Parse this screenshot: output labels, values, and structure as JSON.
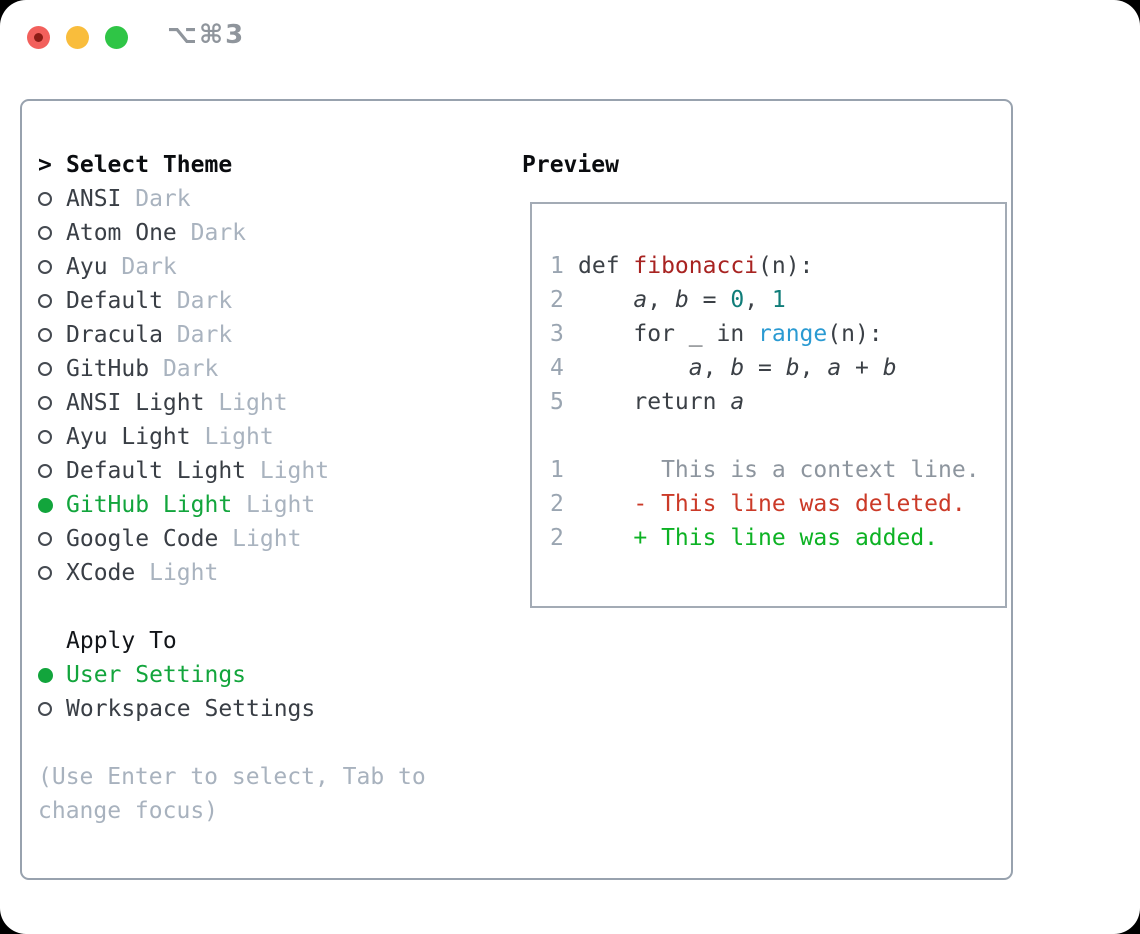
{
  "window": {
    "title": "⌥⌘3"
  },
  "colors": {
    "accent_green": "#12a53c",
    "diff_added_green": "#0db224",
    "diff_deleted_red": "#cb3a28",
    "function_red": "#a82321",
    "number_teal": "#107d79",
    "builtin_blue": "#2a9ad2",
    "muted_gray": "#a9b3bf",
    "panel_border_gray": "#98a2ae",
    "traffic_red": "#f2605c",
    "traffic_yellow": "#f9bd3c",
    "traffic_green": "#2fc546"
  },
  "theme_selector": {
    "prompt": ">",
    "title": "Select Theme",
    "themes": [
      {
        "name": "ANSI",
        "variant": "Dark",
        "selected": false
      },
      {
        "name": "Atom One",
        "variant": "Dark",
        "selected": false
      },
      {
        "name": "Ayu",
        "variant": "Dark",
        "selected": false
      },
      {
        "name": "Default",
        "variant": "Dark",
        "selected": false
      },
      {
        "name": "Dracula",
        "variant": "Dark",
        "selected": false
      },
      {
        "name": "GitHub",
        "variant": "Dark",
        "selected": false
      },
      {
        "name": "ANSI Light",
        "variant": "Light",
        "selected": false
      },
      {
        "name": "Ayu Light",
        "variant": "Light",
        "selected": false
      },
      {
        "name": "Default Light",
        "variant": "Light",
        "selected": false
      },
      {
        "name": "GitHub Light",
        "variant": "Light",
        "selected": true
      },
      {
        "name": "Google Code",
        "variant": "Light",
        "selected": false
      },
      {
        "name": "XCode",
        "variant": "Light",
        "selected": false
      }
    ],
    "apply_to": {
      "title": "Apply To",
      "options": [
        {
          "name": "User Settings",
          "selected": true
        },
        {
          "name": "Workspace Settings",
          "selected": false
        }
      ]
    },
    "hint": [
      "(Use Enter to select, Tab to",
      "change focus)"
    ]
  },
  "preview": {
    "title": "Preview",
    "lines": [
      {
        "num": "1",
        "tokens": [
          {
            "t": "def ",
            "c": "kw"
          },
          {
            "t": "fibonacci",
            "c": "fn"
          },
          {
            "t": "(n):",
            "c": "plain"
          }
        ]
      },
      {
        "num": "2",
        "tokens": [
          {
            "t": "    ",
            "c": "plain"
          },
          {
            "t": "a",
            "c": "var"
          },
          {
            "t": ", ",
            "c": "plain"
          },
          {
            "t": "b",
            "c": "var"
          },
          {
            "t": " = ",
            "c": "plain"
          },
          {
            "t": "0",
            "c": "num"
          },
          {
            "t": ", ",
            "c": "plain"
          },
          {
            "t": "1",
            "c": "num"
          }
        ]
      },
      {
        "num": "3",
        "tokens": [
          {
            "t": "    for _ in ",
            "c": "kw"
          },
          {
            "t": "range",
            "c": "builtin"
          },
          {
            "t": "(n):",
            "c": "plain"
          }
        ]
      },
      {
        "num": "4",
        "tokens": [
          {
            "t": "        ",
            "c": "plain"
          },
          {
            "t": "a",
            "c": "var"
          },
          {
            "t": ", ",
            "c": "plain"
          },
          {
            "t": "b",
            "c": "var"
          },
          {
            "t": " = ",
            "c": "plain"
          },
          {
            "t": "b",
            "c": "var"
          },
          {
            "t": ", ",
            "c": "plain"
          },
          {
            "t": "a",
            "c": "var"
          },
          {
            "t": " + ",
            "c": "plain"
          },
          {
            "t": "b",
            "c": "var"
          }
        ]
      },
      {
        "num": "5",
        "tokens": [
          {
            "t": "    return ",
            "c": "kw"
          },
          {
            "t": "a",
            "c": "var"
          }
        ]
      },
      {
        "num": "",
        "tokens": []
      },
      {
        "num": "1",
        "tokens": [
          {
            "t": "      This is a context line.",
            "c": "context"
          }
        ]
      },
      {
        "num": "2",
        "tokens": [
          {
            "t": "    ",
            "c": "plain"
          },
          {
            "t": "- This line was deleted.",
            "c": "del"
          }
        ]
      },
      {
        "num": "2",
        "tokens": [
          {
            "t": "    ",
            "c": "plain"
          },
          {
            "t": "+ This line was added.",
            "c": "add"
          }
        ]
      }
    ]
  }
}
